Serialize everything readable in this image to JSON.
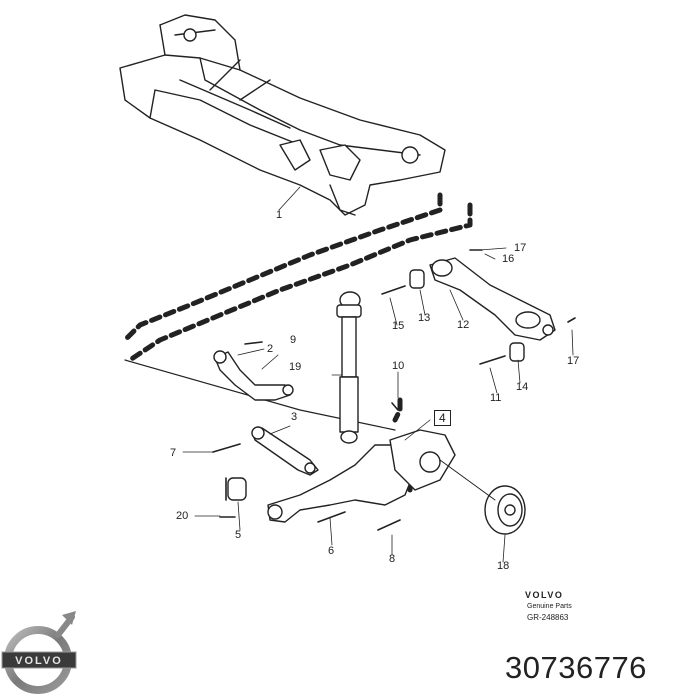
{
  "callouts": {
    "c1": "1",
    "c2": "2",
    "c3": "3",
    "c4": "4",
    "c5": "5",
    "c6": "6",
    "c7": "7",
    "c8": "8",
    "c9": "9",
    "c10": "10",
    "c11": "11",
    "c12": "12",
    "c13": "13",
    "c14": "14",
    "c15": "15",
    "c16": "16",
    "c17a": "17",
    "c17b": "17",
    "c18": "18",
    "c19": "19",
    "c20": "20"
  },
  "footer": {
    "brand": "VOLVO",
    "subtitle": "Genuine Parts",
    "reference": "GR-248863",
    "part_number": "30736776",
    "logo_text": "VOLVO"
  },
  "colors": {
    "ink": "#222222",
    "logo_ring": "#7a7a7a",
    "logo_band": "#3a3a3a"
  },
  "icons": [
    "volvo-logo-icon"
  ]
}
